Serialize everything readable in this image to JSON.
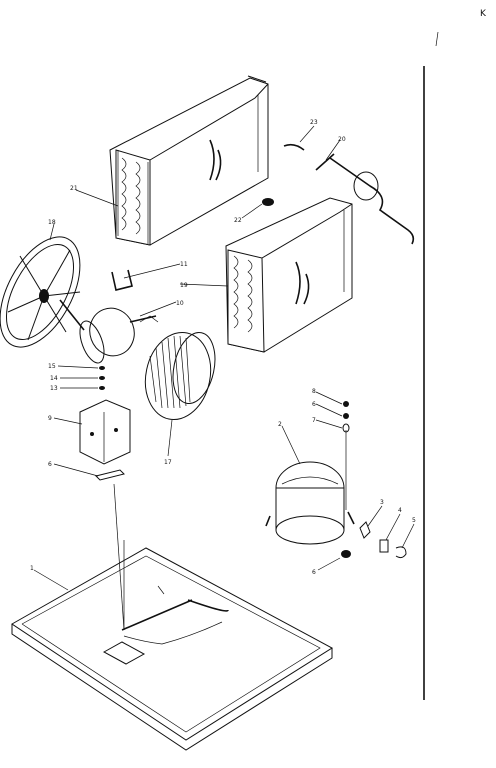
{
  "corner_mark": "K",
  "callouts": [
    {
      "id": "coil-top",
      "text": "21"
    },
    {
      "id": "tube-a",
      "text": "23"
    },
    {
      "id": "tube-b",
      "text": "20"
    },
    {
      "id": "grommet",
      "text": "22"
    },
    {
      "id": "fan",
      "text": "18"
    },
    {
      "id": "clip",
      "text": "11"
    },
    {
      "id": "coil-bottom",
      "text": "19"
    },
    {
      "id": "motor",
      "text": "10"
    },
    {
      "id": "washer-15",
      "text": "15"
    },
    {
      "id": "washer-14",
      "text": "14"
    },
    {
      "id": "washer-13",
      "text": "13"
    },
    {
      "id": "bracket",
      "text": "9"
    },
    {
      "id": "blower-wheel",
      "text": "17"
    },
    {
      "id": "pad",
      "text": "6"
    },
    {
      "id": "nut-8",
      "text": "8"
    },
    {
      "id": "nut-6",
      "text": "6"
    },
    {
      "id": "nut-7",
      "text": "7"
    },
    {
      "id": "compressor",
      "text": "2"
    },
    {
      "id": "part-3",
      "text": "3"
    },
    {
      "id": "part-4",
      "text": "4"
    },
    {
      "id": "part-5",
      "text": "5"
    },
    {
      "id": "mount",
      "text": "6"
    },
    {
      "id": "base-pan",
      "text": "1"
    }
  ]
}
